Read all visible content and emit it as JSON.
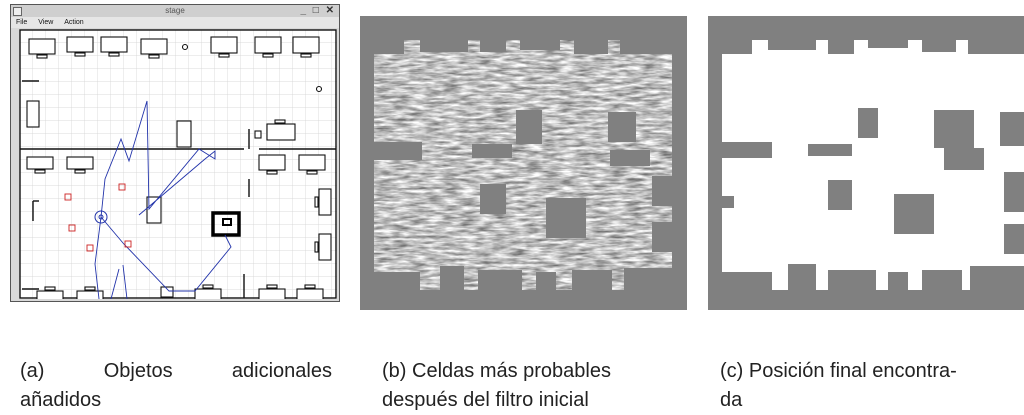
{
  "window": {
    "title": "stage",
    "controls": "_ □ ✕",
    "menu": [
      "File",
      "View",
      "Action"
    ]
  },
  "captions": {
    "a": {
      "label": "(a)",
      "word1": "Objetos",
      "word2": "adicionales",
      "line2": "añadidos"
    },
    "b": {
      "line1": "(b) Celdas más probables",
      "line2": "después del filtro inicial"
    },
    "c": {
      "line1": "(c) Posición final encontra-",
      "line2": "da"
    }
  },
  "colors": {
    "map_gray": "#808080",
    "laser_blue": "#2233aa",
    "marker_red": "#cc2222"
  }
}
